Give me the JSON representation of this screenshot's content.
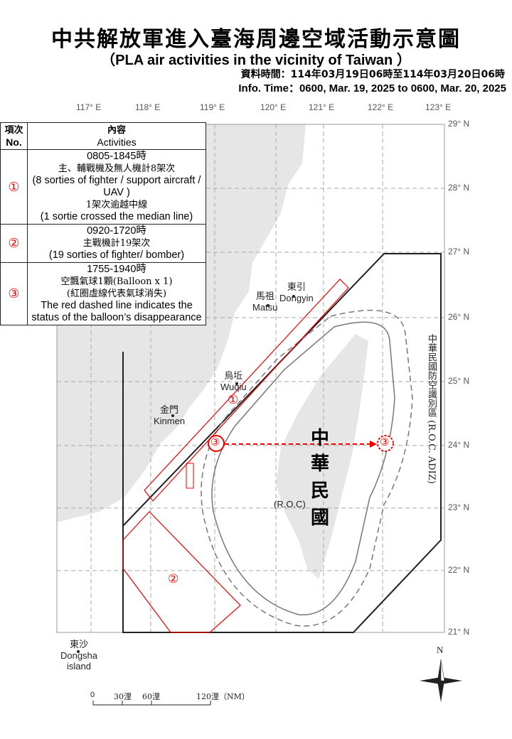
{
  "header": {
    "title": "中共解放軍進入臺海周邊空域活動示意圖",
    "subtitle": "（PLA air activities in the vicinity of Taiwan ）",
    "time_zh": "資料時間：114年03月19日06時至114年03月20日06時",
    "time_en": "Info. Time：0600, Mar. 19, 2025 to 0600, Mar. 20, 2025"
  },
  "axes": {
    "longitudes": [
      "117° E",
      "118° E",
      "119° E",
      "120° E",
      "121° E",
      "122° E",
      "123° E"
    ],
    "latitudes": [
      "29° N",
      "28° N",
      "27° N",
      "26° N",
      "25° N",
      "24° N",
      "23° N",
      "22° N",
      "21° N"
    ]
  },
  "legend": {
    "col_no": "項次\nNo.",
    "col_no_zh": "項次",
    "col_no_en": "No.",
    "col_act_zh": "內容",
    "col_act_en": "Activities",
    "rows": [
      {
        "no": "①",
        "lines": [
          "0805-1845時",
          "主、輔戰機及無人機計8架次",
          "(8 sorties of fighter / support aircraft / UAV )",
          "1架次逾越中線",
          "(1 sortie crossed the median line)"
        ]
      },
      {
        "no": "②",
        "lines": [
          "0920-1720時",
          "主戰機計19架次",
          "(19 sorties of fighter/ bomber)"
        ]
      },
      {
        "no": "③",
        "lines": [
          "1755-1940時",
          "空飄氣球1顆(Balloon x 1)",
          "(紅圈虛線代表氣球消失)",
          "The red dashed line indicates the status of the balloon’s disappearance"
        ]
      }
    ]
  },
  "places": {
    "matsu_zh": "馬祖",
    "matsu_en": "Matsu",
    "dongyin_zh": "東引",
    "dongyin_en": "Dongyin",
    "wuqiu_zh": "烏坵",
    "wuqiu_en": "Wuqiu",
    "kinmen_zh": "金門",
    "kinmen_en": "Kinmen",
    "dongsha_zh": "東沙",
    "dongsha_en": "Dongsha island",
    "roc_zh": [
      "中",
      "華",
      "民",
      "國"
    ],
    "roc_en": "(R.O.C)",
    "adiz": "中華民國防空識別區 (R.O.C. ADIZ)"
  },
  "markers": {
    "zone1": "①",
    "zone2": "②",
    "balloon_start": "③",
    "balloon_end": "③"
  },
  "scale": {
    "ticks": [
      "0",
      "30浬",
      "60浬",
      "120浬（NM）"
    ]
  },
  "compass": {
    "north": "N"
  },
  "colors": {
    "activity": "#e00000",
    "land": "#e6e6e6",
    "adiz": "#222222"
  }
}
